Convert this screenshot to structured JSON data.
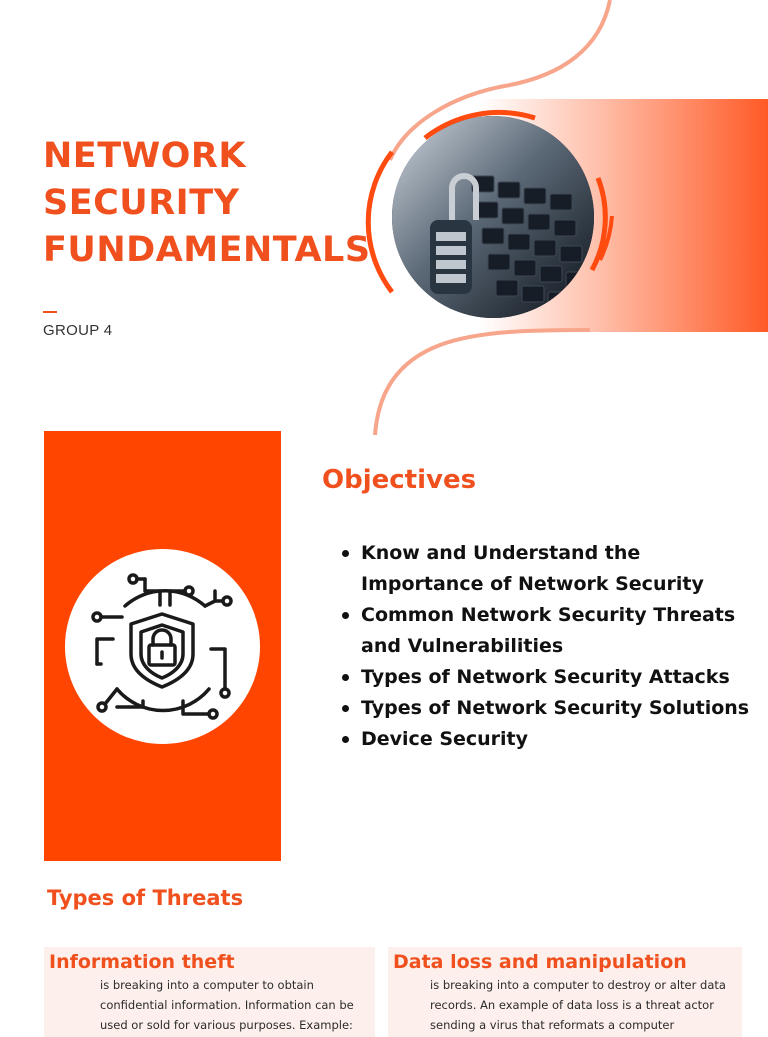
{
  "hero": {
    "title_lines": [
      "NETWORK",
      "SECURITY",
      "FUNDAMENTALS"
    ],
    "subtitle": "GROUP 4",
    "accent_color": "#f0501e",
    "photo_icon": "padlock-on-keyboard-photo"
  },
  "objectives": {
    "panel_color": "#ff4500",
    "icon": "shield-lock-circuit-icon",
    "title": "Objectives",
    "items": [
      "Know and Understand the Importance of Network Security",
      "Common Network Security Threats and Vulnerabilities",
      "Types of Network Security Attacks",
      "Types of Network Security Solutions",
      "Device Security"
    ]
  },
  "threats": {
    "title": "Types of Threats",
    "cards": [
      {
        "title": "Information theft",
        "body": "is breaking into a computer to obtain confidential information. Information can be used or sold for various purposes. Example:"
      },
      {
        "title": "Data loss and manipulation",
        "body": "is breaking into a computer to destroy or alter data records. An example of data loss is a threat actor sending a virus that reformats a computer"
      }
    ]
  }
}
